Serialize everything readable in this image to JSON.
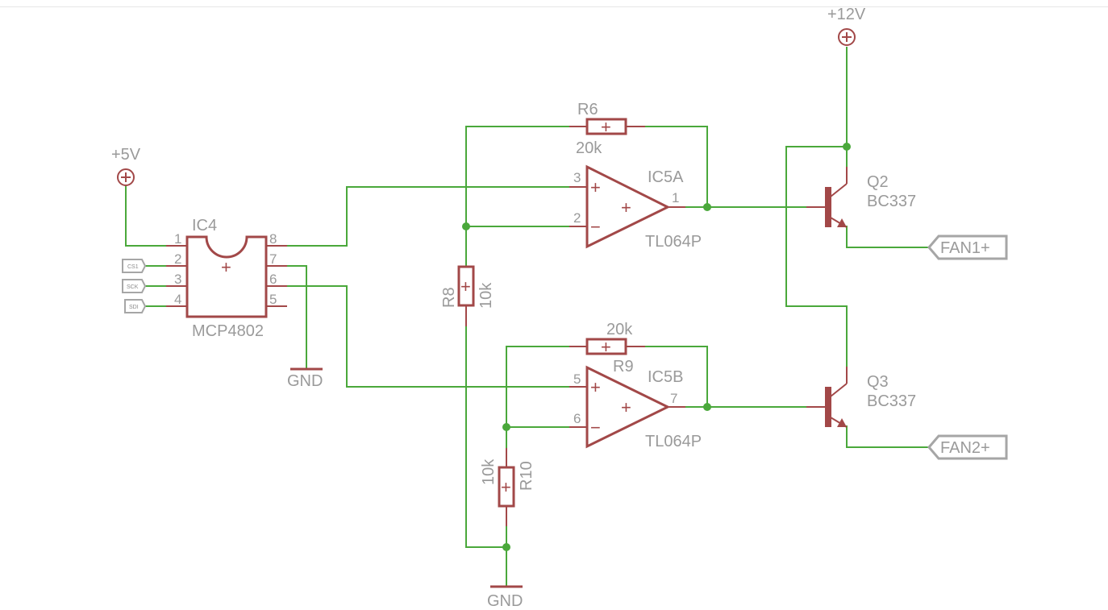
{
  "supplies": {
    "vcc5": "+5V",
    "vcc12": "+12V",
    "gnd1": "GND",
    "gnd2": "GND"
  },
  "ic4": {
    "name": "IC4",
    "value": "MCP4802",
    "pins": [
      "1",
      "2",
      "3",
      "4",
      "8",
      "7",
      "6",
      "5"
    ]
  },
  "inputs": {
    "cs": "CS1",
    "sck": "SCK",
    "sdi": "SDI"
  },
  "ic5a": {
    "name": "IC5A",
    "value": "TL064P",
    "pin_plus": "3",
    "pin_minus": "2",
    "pin_out": "1"
  },
  "ic5b": {
    "name": "IC5B",
    "value": "TL064P",
    "pin_plus": "5",
    "pin_minus": "6",
    "pin_out": "7"
  },
  "r6": {
    "name": "R6",
    "value": "20k"
  },
  "r8": {
    "name": "R8",
    "value": "10k"
  },
  "r9": {
    "name": "R9",
    "value": "20k"
  },
  "r10": {
    "name": "R10",
    "value": "10k"
  },
  "q2": {
    "name": "Q2",
    "value": "BC337"
  },
  "q3": {
    "name": "Q3",
    "value": "BC337"
  },
  "outputs": {
    "fan1": "FAN1+",
    "fan2": "FAN2+"
  },
  "symbols": {
    "plus": "+",
    "minus": "−"
  }
}
